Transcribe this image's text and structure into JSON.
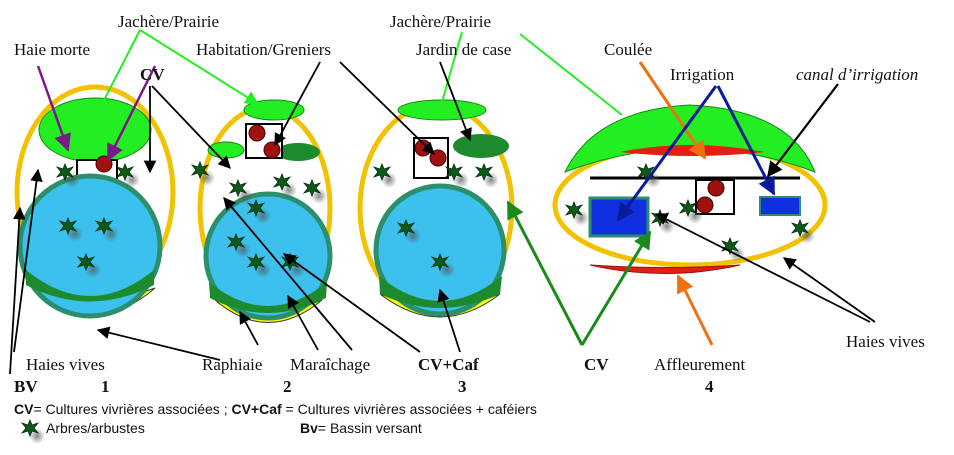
{
  "labels": {
    "jachere_1": "Jachère/Prairie",
    "jachere_2": "Jachère/Prairie",
    "haie_morte": "Haie morte",
    "habitation": "Habitation/Greniers",
    "jardin": "Jardin de case",
    "coulee": "Coulée",
    "irrigation": "Irrigation",
    "canal": "canal d’irrigation",
    "cv_top": "CV",
    "haies_vives_left": "Haies vives",
    "raphiaie": "Raphiaie",
    "maraichage": "Maraîchage",
    "cvcaf": "CV+Caf",
    "cv_bottom": "CV",
    "affleurement": "Affleurement",
    "haies_vives_right": "Haies vives",
    "bv": "BV",
    "n1": "1",
    "n2": "2",
    "n3": "3",
    "n4": "4"
  },
  "legend": {
    "cv_abbr": "CV",
    "cv_def": "= Cultures vivrières associées ; ",
    "cvcaf_abbr": "CV+Caf",
    "cvcaf_def": " = Cultures vivrières associées + caféiers",
    "trees": "Arbres/arbustes",
    "bv_abbr": "Bv",
    "bv_def": "= Bassin versant"
  },
  "colors": {
    "ring": "#f2c200",
    "pasture": "#22ee22",
    "water": "#3cc0ee",
    "water_stroke": "#2a8f6a",
    "garden": "#1e8a2e",
    "raphia_yellow": "#ffff00",
    "house_dot": "#a01010",
    "irrigation_arrow": "#0a1a9a",
    "coulee_arrow": "#f07010",
    "cv_arrow": "#1a8a1a",
    "haie_morte_arrow": "#7a1a8a",
    "basin_blue": "#1030e0",
    "coulee_red": "#e02010"
  }
}
